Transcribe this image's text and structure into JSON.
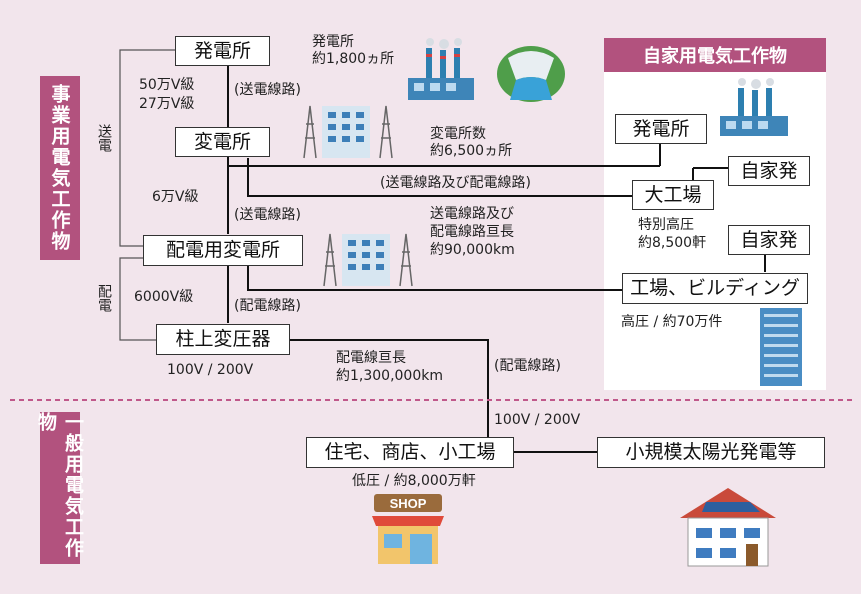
{
  "side": {
    "business": "事業用電気工作物",
    "general": "一般用電気工作物",
    "transmission": "送電",
    "distribution": "配電"
  },
  "private_header": "自家用電気工作物",
  "nodes": {
    "power_plant": "発電所",
    "substation": "変電所",
    "dist_substation": "配電用変電所",
    "pole_transformer": "柱上変圧器",
    "homes": "住宅、商店、小工場",
    "solar": "小規模太陽光発電等",
    "priv_plant": "発電所",
    "big_factory": "大工場",
    "self_gen_1": "自家発",
    "self_gen_2": "自家発",
    "factory_building": "工場、ビルディング"
  },
  "labels": {
    "plant_count": "発電所\n約1,800ヵ所",
    "v_50_27": "50万V級\n27万V級",
    "line_trans_1": "(送電線路)",
    "substation_count": "変電所数\n約6,500ヵ所",
    "line_trans_dist": "(送電線路及び配電線路)",
    "v_6man": "6万V級",
    "line_trans_2": "(送電線路)",
    "line_length": "送電線路及び\n配電線路亘長\n約90,000km",
    "v_6000": "6000V級",
    "line_dist_1": "(配電線路)",
    "v_100_200_a": "100V / 200V",
    "dist_length": "配電線亘長\n約1,300,000km",
    "line_dist_2": "(配電線路)",
    "v_100_200_b": "100V / 200V",
    "low_voltage": "低圧 / 約8,000万軒",
    "special_hv": "特別高圧\n約8,500軒",
    "high_voltage": "高圧 / 約70万件",
    "shop_sign": "SHOP"
  },
  "colors": {
    "accent": "#b2527e",
    "background": "#f2e5ec",
    "line": "#111111",
    "dash": "#c0588a"
  }
}
